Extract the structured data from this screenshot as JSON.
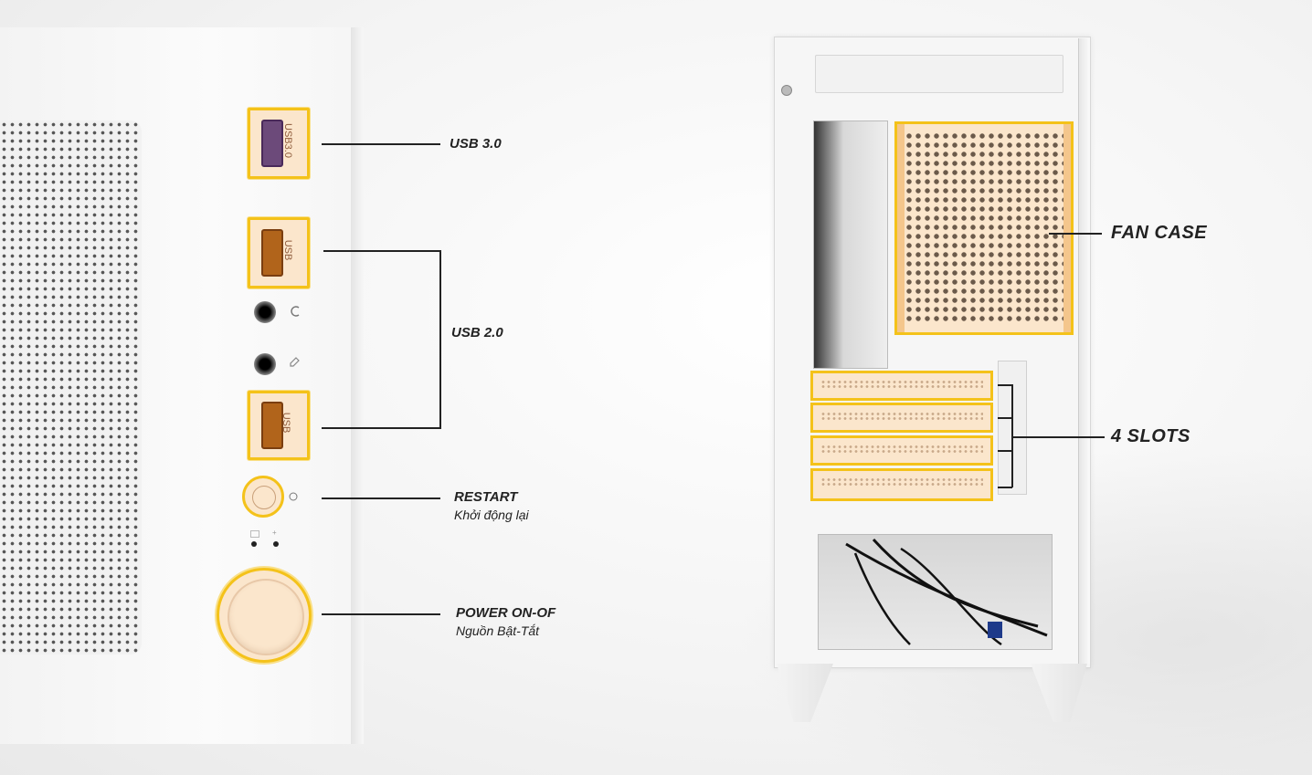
{
  "callouts": {
    "usb30": "USB 3.0",
    "usb20": "USB 2.0",
    "restart": {
      "title": "RESTART",
      "subtitle": "Khởi động lại"
    },
    "power": {
      "title": "POWER ON-OF",
      "subtitle": "Nguồn Bật-Tắt"
    },
    "fan_case": "FAN CASE",
    "slots": "4 SLOTS"
  },
  "port_labels": {
    "usb30": "USB3.0",
    "usb_a": "USB",
    "usb_b": "USB"
  },
  "jack_icons": {
    "audio": "headphone-icon",
    "mic": "microphone-icon"
  },
  "colors": {
    "highlight_border": "#f4c21a",
    "highlight_fill": "#fbe6cc",
    "usb_port": "#b1641b",
    "line": "#222222"
  }
}
